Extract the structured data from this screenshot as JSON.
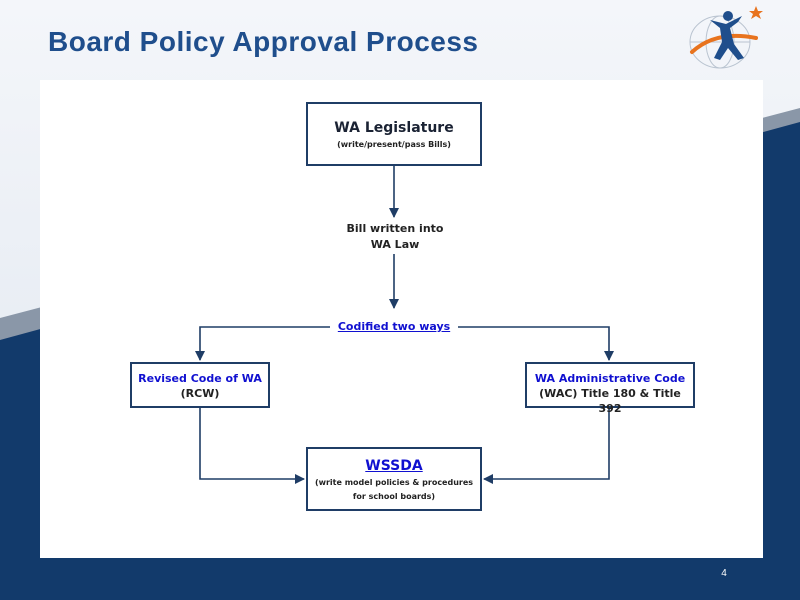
{
  "slide": {
    "title": "Board Policy Approval Process",
    "page_number": "4"
  },
  "colors": {
    "title": "#1f4e8c",
    "navy_background": "#123a6b",
    "box_border": "#1f3d66",
    "link_blue": "#1010d0",
    "logo_orange": "#e8731e"
  },
  "icons": {
    "logo": "figure-globe-star-logo"
  },
  "diagram": {
    "legislature": {
      "title": "WA Legislature",
      "subtitle": "(write/present/pass Bills)"
    },
    "bill_label": {
      "line1": "Bill written into",
      "line2": "WA Law"
    },
    "codified_label": "Codified two ways",
    "rcw": {
      "title": "Revised Code of WA",
      "subtitle": "(RCW)"
    },
    "wac": {
      "title": "WA Administrative Code",
      "subtitle": "(WAC) Title 180 & Title 392"
    },
    "wssda": {
      "title": "WSSDA",
      "subtitle_line1": "(write model policies & procedures",
      "subtitle_line2": "for school boards)"
    }
  }
}
